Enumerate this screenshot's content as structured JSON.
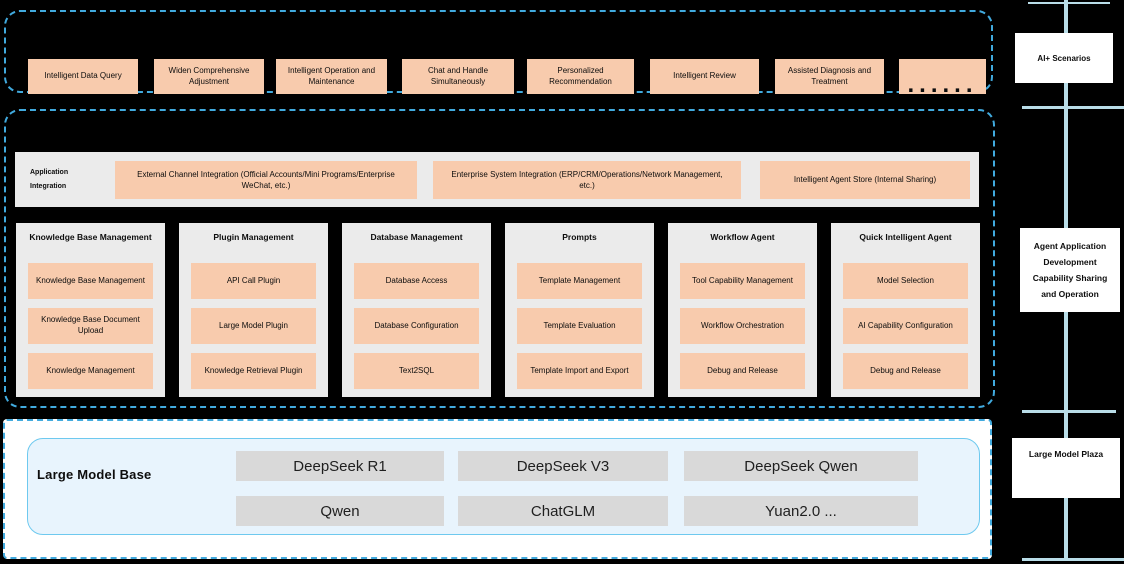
{
  "top": {
    "scenarios": [
      "Intelligent Data Query",
      "Widen Comprehensive Adjustment",
      "Intelligent Operation and Maintenance",
      "Chat and Handle Simultaneously",
      "Personalized Recommendation",
      "Intelligent Review",
      "Assisted Diagnosis and Treatment"
    ],
    "dots": "......"
  },
  "integration": {
    "label": "Application Integration",
    "items": [
      "External Channel Integration (Official Accounts/Mini Programs/Enterprise WeChat, etc.)",
      "Enterprise System Integration (ERP/CRM/Operations/Network Management, etc.)",
      "Intelligent Agent Store (Internal Sharing)"
    ]
  },
  "columns": [
    {
      "title": "Knowledge Base Management",
      "items": [
        "Knowledge Base Management",
        "Knowledge Base Document Upload",
        "Knowledge Management"
      ]
    },
    {
      "title": "Plugin Management",
      "items": [
        "API Call Plugin",
        "Large Model Plugin",
        "Knowledge Retrieval Plugin"
      ]
    },
    {
      "title": "Database Management",
      "items": [
        "Database Access",
        "Database Configuration",
        "Text2SQL"
      ]
    },
    {
      "title": "Prompts",
      "items": [
        "Template Management",
        "Template Evaluation",
        "Template Import and Export"
      ]
    },
    {
      "title": "Workflow Agent",
      "items": [
        "Tool Capability Management",
        "Workflow Orchestration",
        "Debug and Release"
      ]
    },
    {
      "title": "Quick Intelligent Agent",
      "items": [
        "Model Selection",
        "AI Capability Configuration",
        "Debug and Release"
      ]
    }
  ],
  "bottom": {
    "label": "Large Model Base",
    "models": [
      "DeepSeek R1",
      "DeepSeek V3",
      "DeepSeek Qwen",
      "Qwen",
      "ChatGLM",
      "Yuan2.0 ..."
    ]
  },
  "rail": {
    "scenarios_label": "AI+ Scenarios",
    "agent_label": "Agent Application Development Capability Sharing and Operation",
    "plaza_label": "Large Model Plaza"
  },
  "colors": {
    "background": "#000000",
    "dashed_border": "#41aade",
    "scenario_box": "#f8cbad",
    "panel_gray": "#ebebeb",
    "model_box_gray": "#d9d9d9",
    "model_panel_fill": "#e8f4fd",
    "model_panel_border": "#6ec9ef",
    "rail_line": "#b9dde8"
  }
}
